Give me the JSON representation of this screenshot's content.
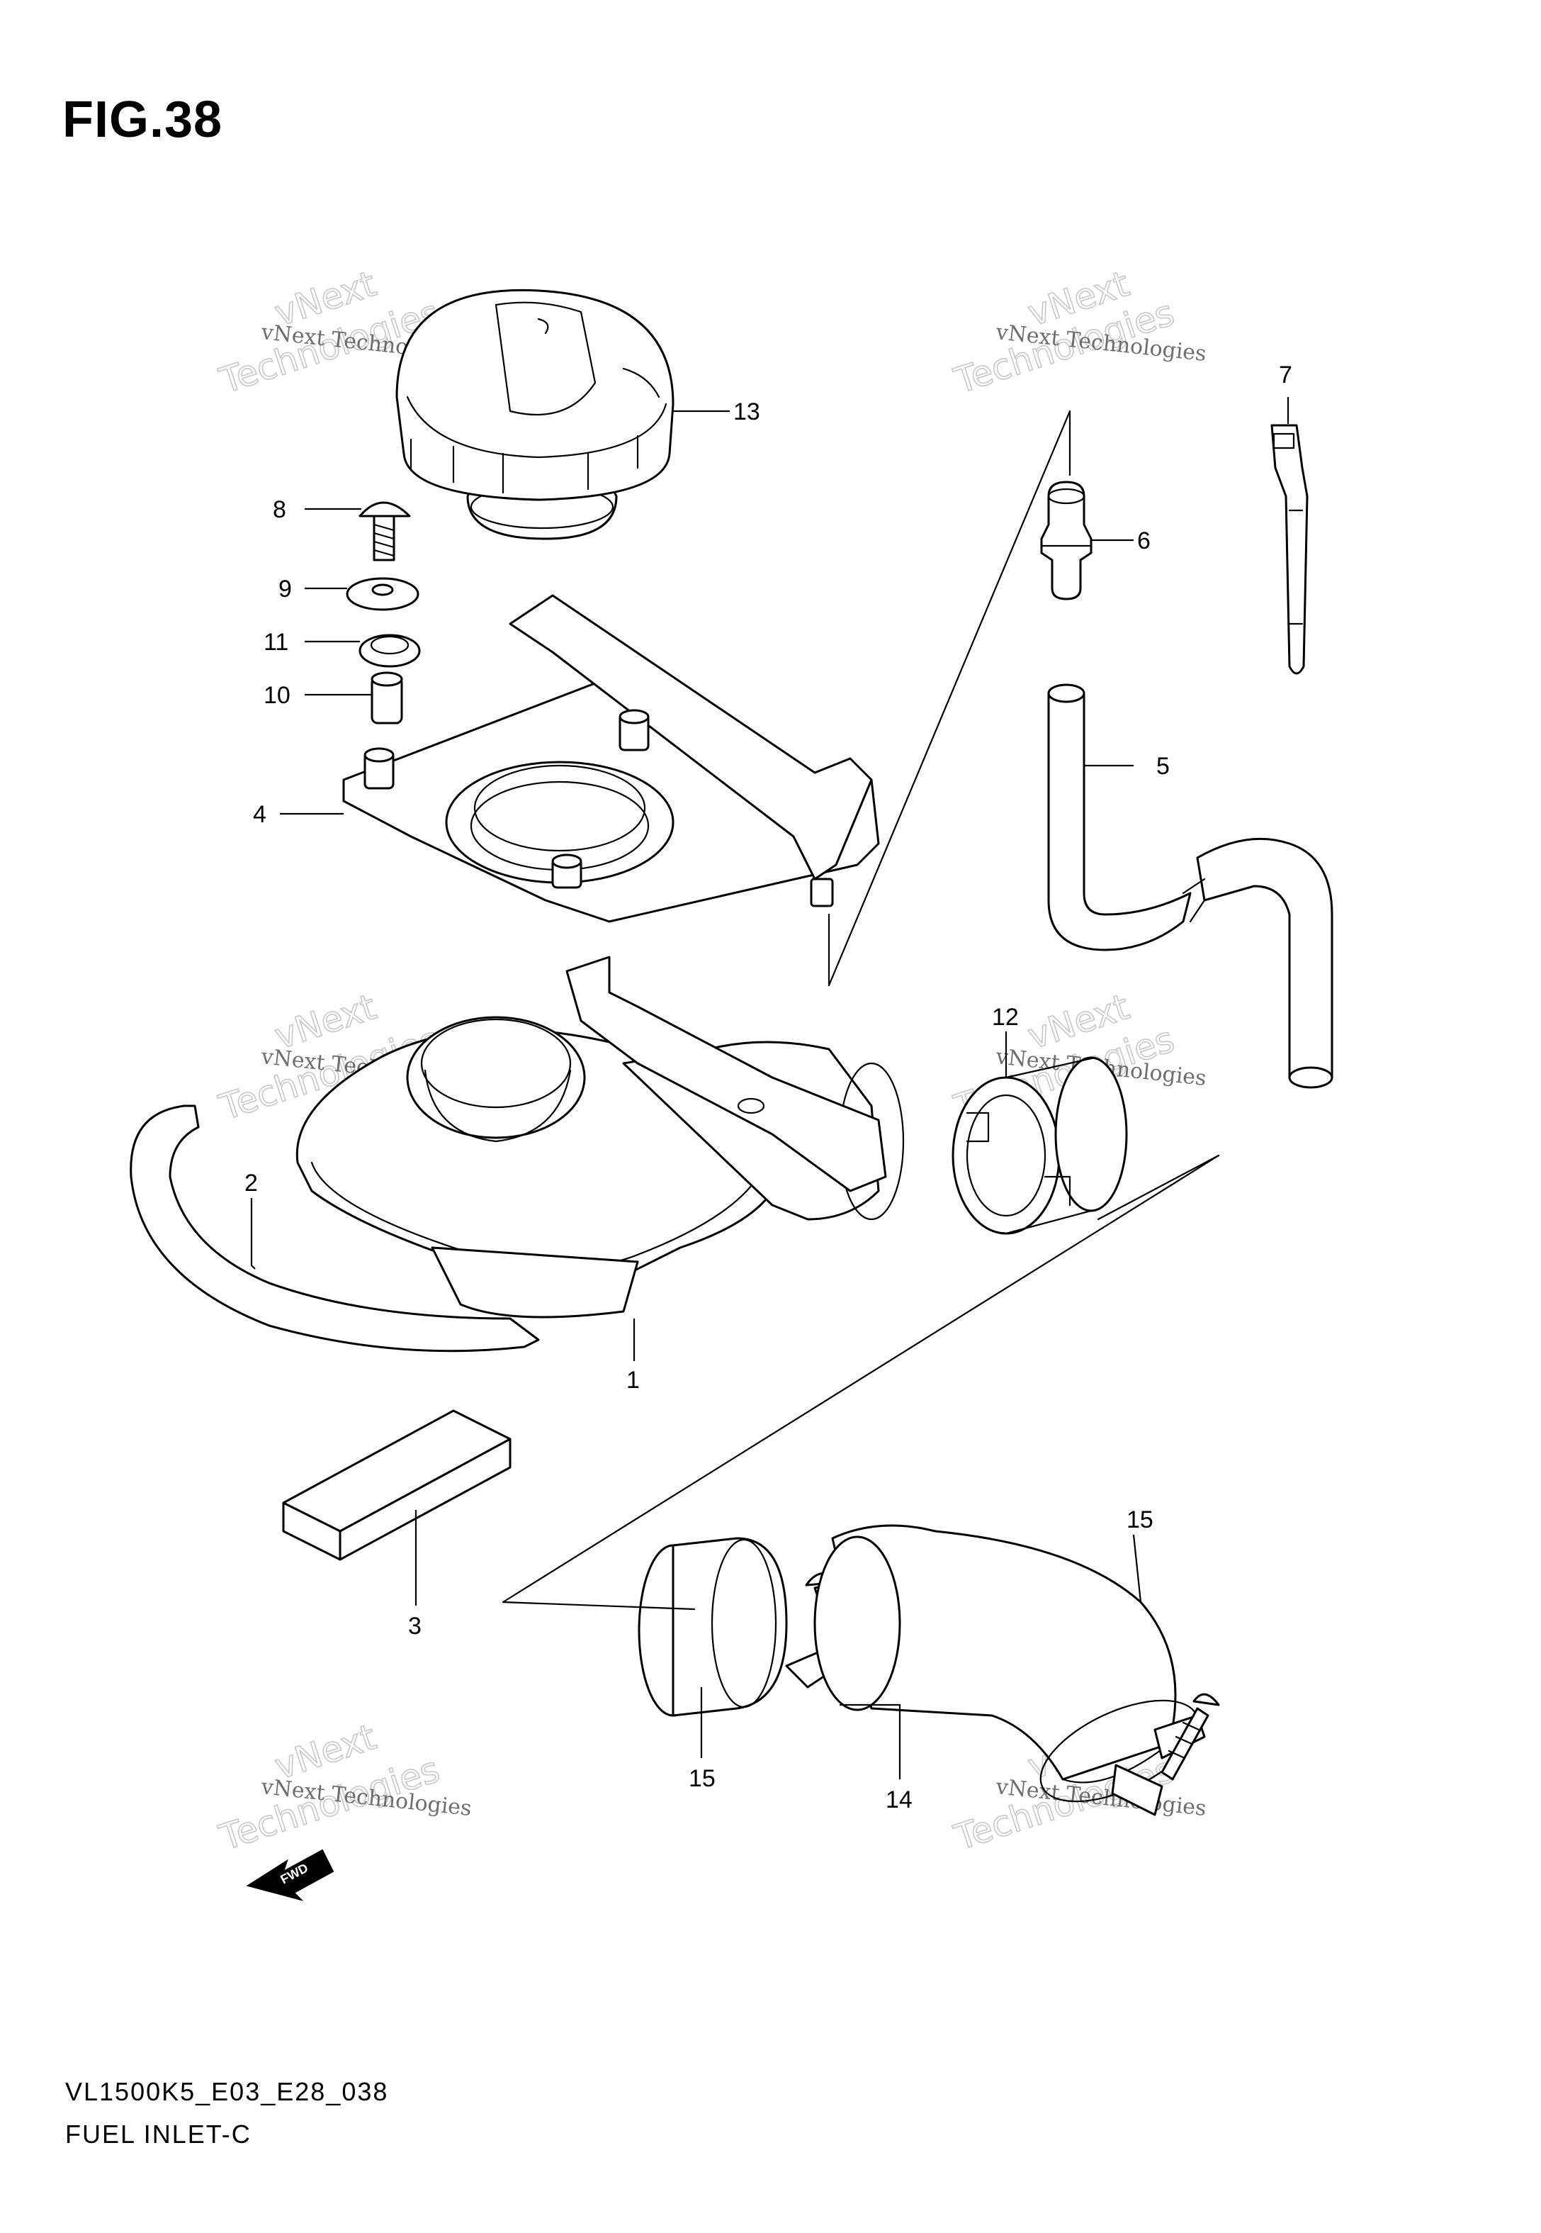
{
  "figure": {
    "title": "FIG.38",
    "model_code": "VL1500K5_E03_E28_038",
    "section_name": "FUEL INLET-C"
  },
  "watermark": {
    "line1": "vNext Technologies",
    "line2": "vNext",
    "line3": "Technologies"
  },
  "direction_marker": {
    "label": "FWD"
  },
  "parts": [
    {
      "number": "1"
    },
    {
      "number": "2"
    },
    {
      "number": "3"
    },
    {
      "number": "4"
    },
    {
      "number": "5"
    },
    {
      "number": "6"
    },
    {
      "number": "7"
    },
    {
      "number": "8"
    },
    {
      "number": "9"
    },
    {
      "number": "10"
    },
    {
      "number": "11"
    },
    {
      "number": "12"
    },
    {
      "number": "13"
    },
    {
      "number": "14"
    },
    {
      "number": "15"
    },
    {
      "number": "15"
    }
  ]
}
